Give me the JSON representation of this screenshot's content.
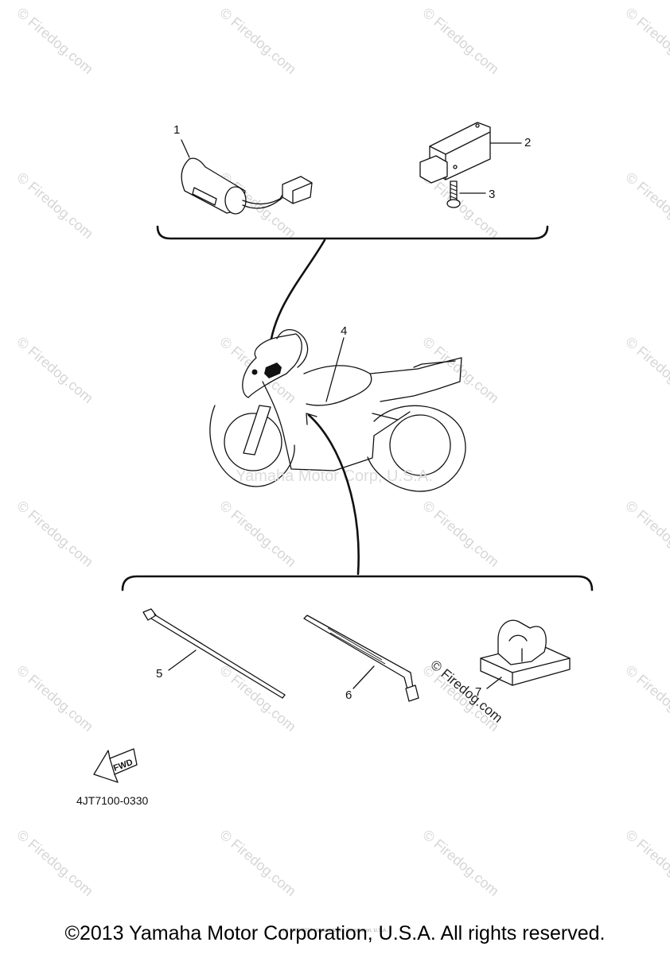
{
  "watermark": {
    "text": "© Firedog.com"
  },
  "diagram": {
    "center_watermark": "Yamaha Motor Corp, U.S.A.",
    "corner_watermark": "© Firedog.com",
    "callouts": [
      "1",
      "2",
      "3",
      "4",
      "5",
      "6",
      "7"
    ],
    "fwd_label": "FWD",
    "part_code": "4JT7100-0330",
    "fine_print": "(c) 2000-2013 Yamaha Motor Corporation, U.S.A."
  },
  "footer": {
    "copyright": "©2013 Yamaha Motor Corporation, U.S.A. All rights reserved."
  }
}
